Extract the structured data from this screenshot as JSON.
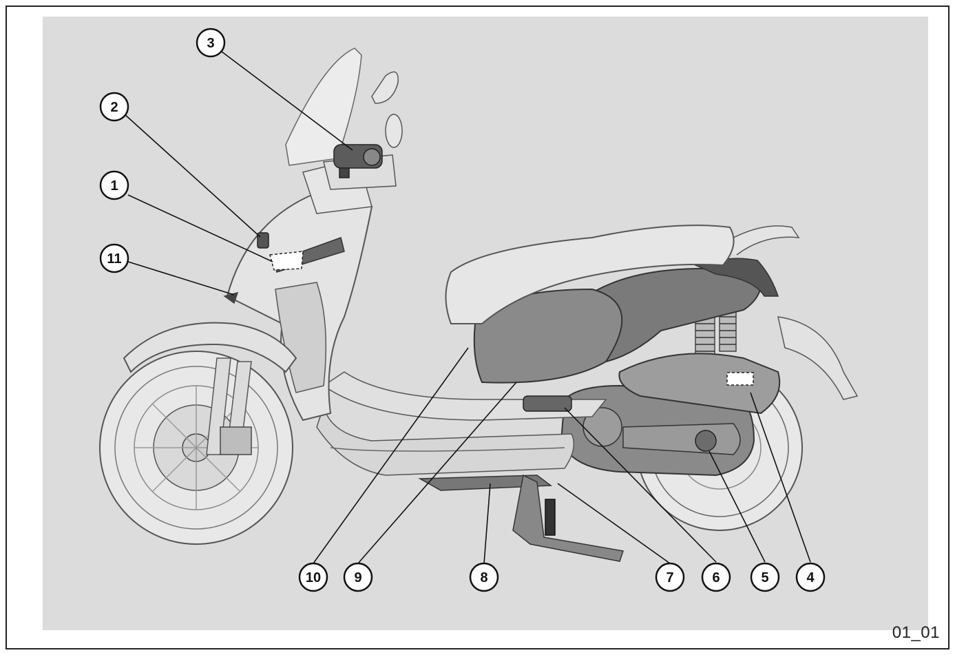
{
  "figure": {
    "id": "01_01",
    "panel_color": "#dcdcdc"
  },
  "callouts": [
    {
      "label": "1"
    },
    {
      "label": "2"
    },
    {
      "label": "3"
    },
    {
      "label": "4"
    },
    {
      "label": "5"
    },
    {
      "label": "6"
    },
    {
      "label": "7"
    },
    {
      "label": "8"
    },
    {
      "label": "9"
    },
    {
      "label": "10"
    },
    {
      "label": "11"
    }
  ]
}
